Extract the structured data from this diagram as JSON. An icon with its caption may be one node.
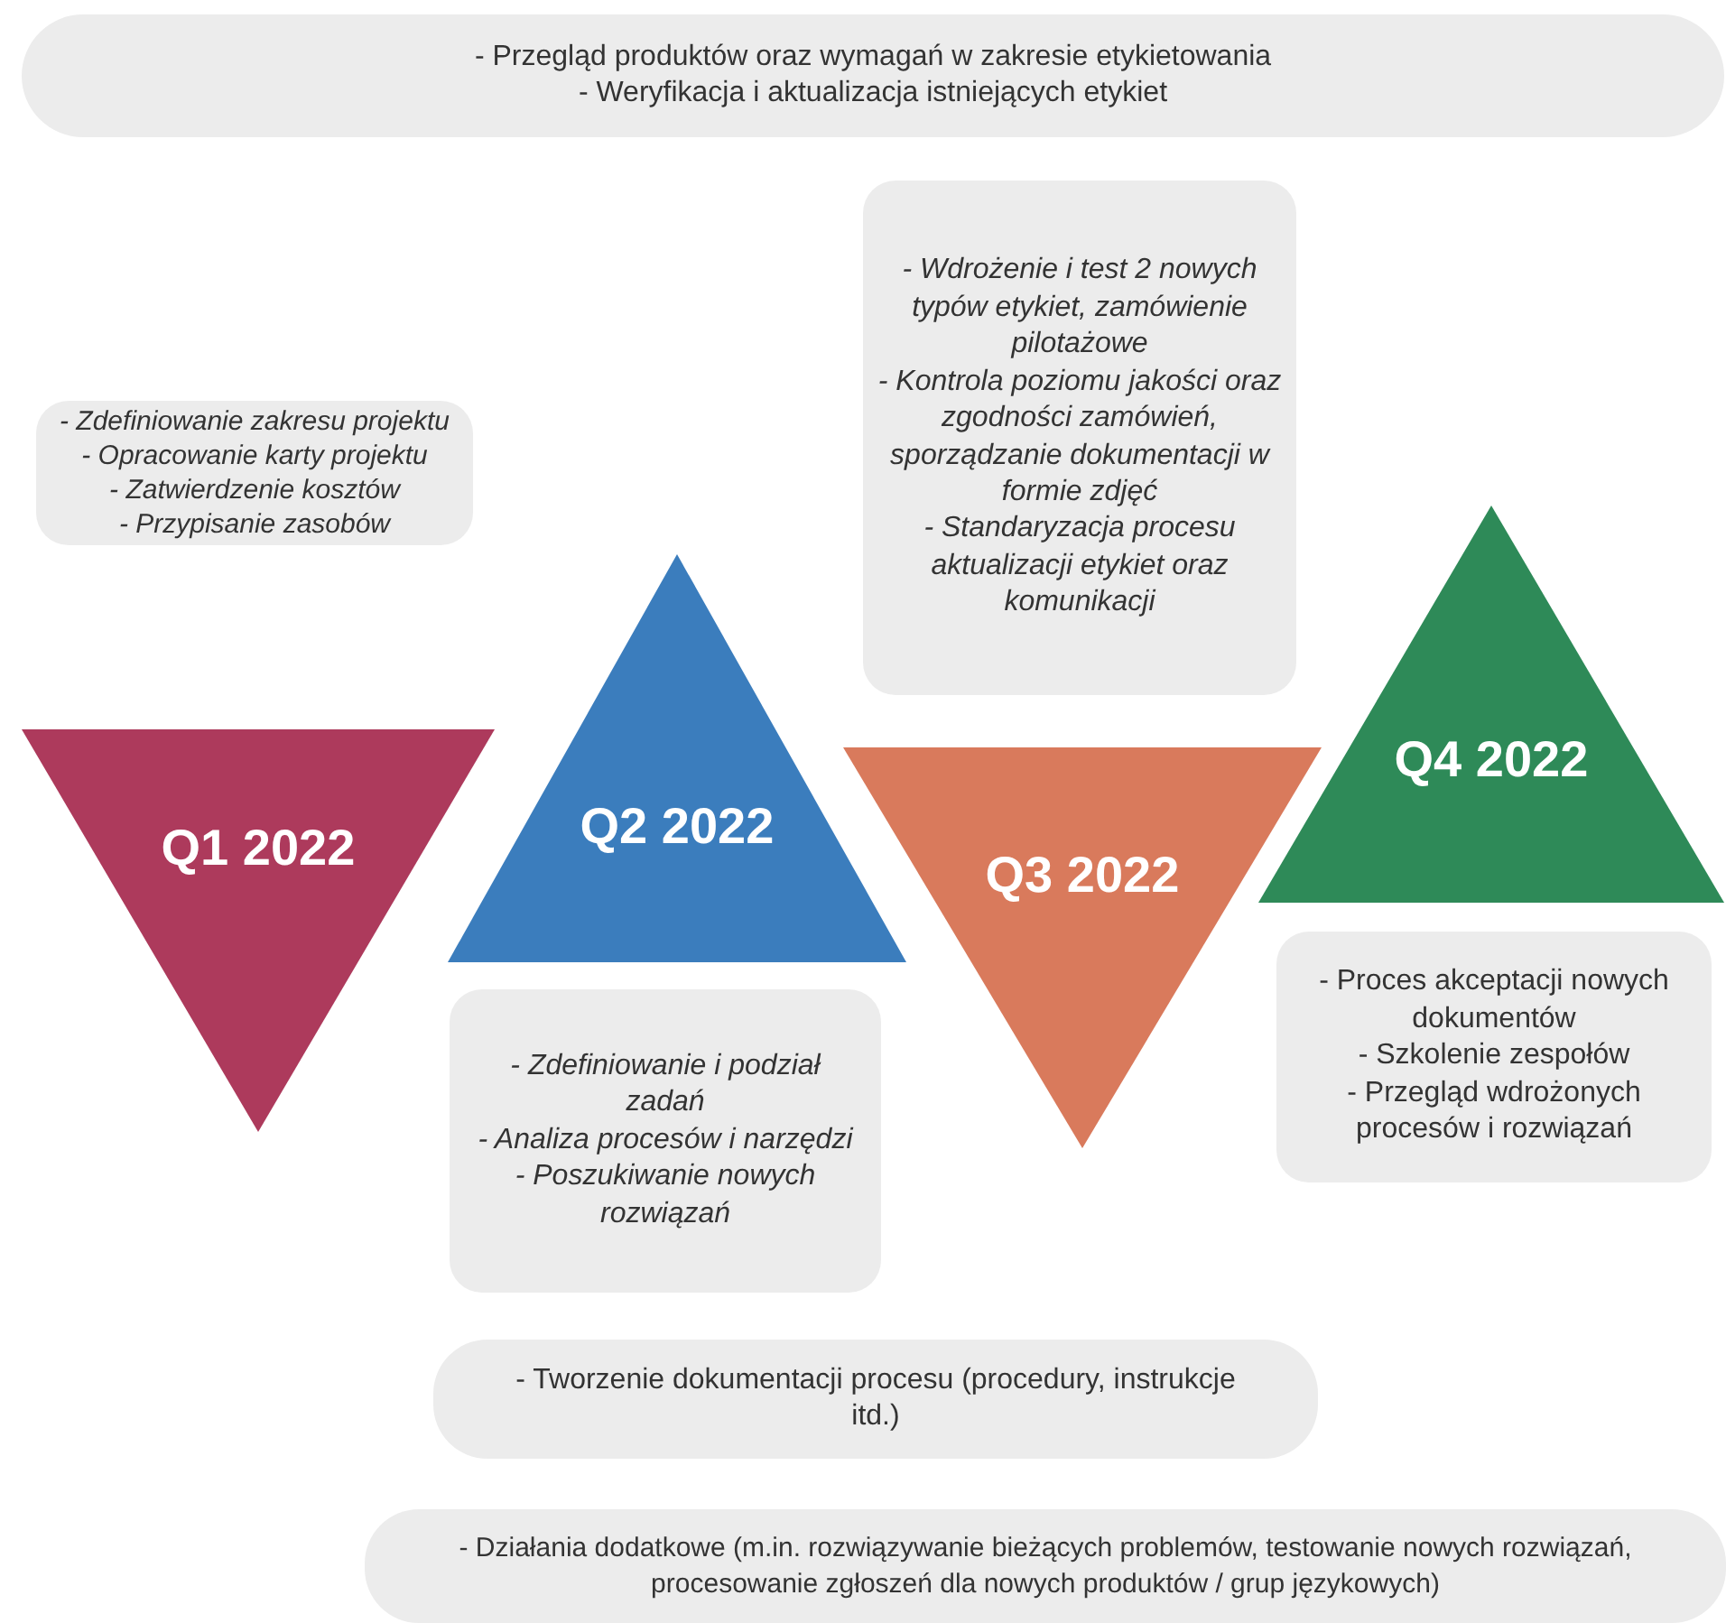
{
  "diagram": {
    "nodes": [
      {
        "text": [
          "- Przegląd produktów oraz wymagań w zakresie etykietowania",
          "- Weryfikacja i aktualizacja istniejących etykiet"
        ]
      },
      {
        "text": [
          "- Wdrożenie i test 2 nowych typów etykiet, zamówienie pilotażowe",
          "- Kontrola poziomu jakości oraz zgodności zamówień, sporządzanie dokumentacji w formie zdjęć",
          "- Standaryzacja procesu aktualizacji etykiet oraz komunikacji"
        ]
      },
      {
        "text": [
          "- Zdefiniowanie zakresu projektu",
          "- Opracowanie karty projektu",
          "- Zatwierdzenie kosztów",
          "- Przypisanie zasobów"
        ]
      },
      {
        "text": [
          "Q4 2022"
        ]
      },
      {
        "text": [
          "Q2 2022"
        ]
      },
      {
        "text": [
          "Q1 2022"
        ]
      },
      {
        "text": [
          "Q3 2022"
        ]
      },
      {
        "text": [
          "- Proces akceptacji nowych dokumentów",
          "- Szkolenie zespołów",
          "- Przegląd wdrożonych procesów i rozwiązań"
        ]
      },
      {
        "text": [
          "- Zdefiniowanie i podział zadań",
          "- Analiza procesów i narzędzi",
          "- Poszukiwanie nowych rozwiązań"
        ]
      },
      {
        "text": [
          "- Tworzenie dokumentacji procesu (procedury, instrukcje itd.)"
        ]
      },
      {
        "text": [
          "- Działania dodatkowe (m.in. rozwiązywanie bieżących problemów, testowanie nowych rozwiązań, procesowanie zgłoszeń dla nowych produktów / grup językowych)"
        ]
      }
    ]
  }
}
